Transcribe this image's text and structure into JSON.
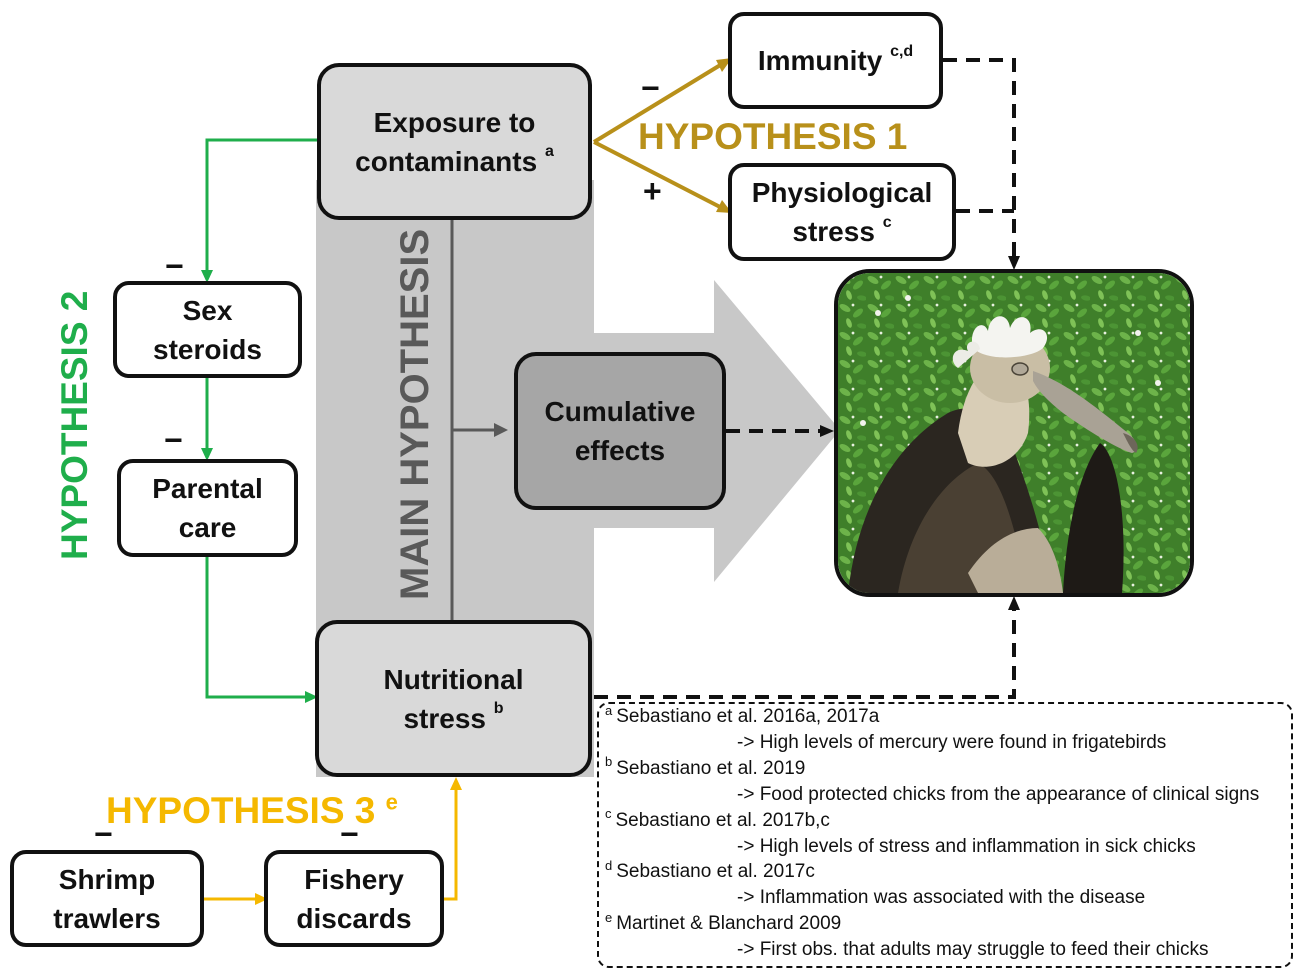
{
  "boxes": {
    "exposure": {
      "line1": "Exposure to",
      "line2": "contaminants",
      "sup": "a"
    },
    "nutritional": {
      "line1": "Nutritional",
      "line2": "stress",
      "sup": "b"
    },
    "immunity": {
      "text": "Immunity",
      "sup": "c,d"
    },
    "physiological": {
      "line1": "Physiological",
      "line2": "stress",
      "sup": "c"
    },
    "sex_steroids": {
      "line1": "Sex",
      "line2": "steroids"
    },
    "parental_care": {
      "line1": "Parental",
      "line2": "care"
    },
    "cumulative": {
      "line1": "Cumulative",
      "line2": "effects"
    },
    "shrimp": {
      "line1": "Shrimp",
      "line2": "trawlers"
    },
    "fishery": {
      "line1": "Fishery",
      "line2": "discards"
    }
  },
  "hypotheses": {
    "main": "MAIN HYPOTHESIS",
    "h1": "HYPOTHESIS 1",
    "h2": "HYPOTHESIS 2",
    "h3": "HYPOTHESIS 3",
    "h3_sup": "e"
  },
  "signs": {
    "immunity": "−",
    "physiological": "+",
    "sex_steroids": "−",
    "parental_care": "−",
    "shrimp": "−",
    "fishery": "−"
  },
  "references": [
    {
      "sup": "a",
      "cite": "Sebastiano et  al. 2016a, 2017a",
      "note": "-> High levels of mercury were  found in frigatebirds"
    },
    {
      "sup": "b",
      "cite": "Sebastiano et al. 2019",
      "note": "-> Food protected chicks from the appearance of clinical signs"
    },
    {
      "sup": "c",
      "cite": "Sebastiano et al. 2017b,c",
      "note": "-> High levels of stress and inflammation in sick chicks"
    },
    {
      "sup": "d",
      "cite": "Sebastiano et al. 2017c",
      "note": "-> Inflammation was associated with the disease"
    },
    {
      "sup": "e",
      "cite": "Martinet & Blanchard 2009",
      "note": "-> First obs. that adults may struggle to feed their chicks"
    }
  ],
  "colors": {
    "hypothesis1": "#b8901a",
    "hypothesis2": "#1fae4b",
    "hypothesis3": "#f5b800",
    "main_band": "#c8c8c8",
    "main_text": "#595959"
  },
  "photo": {
    "subject": "frigatebird-chick-photo"
  }
}
